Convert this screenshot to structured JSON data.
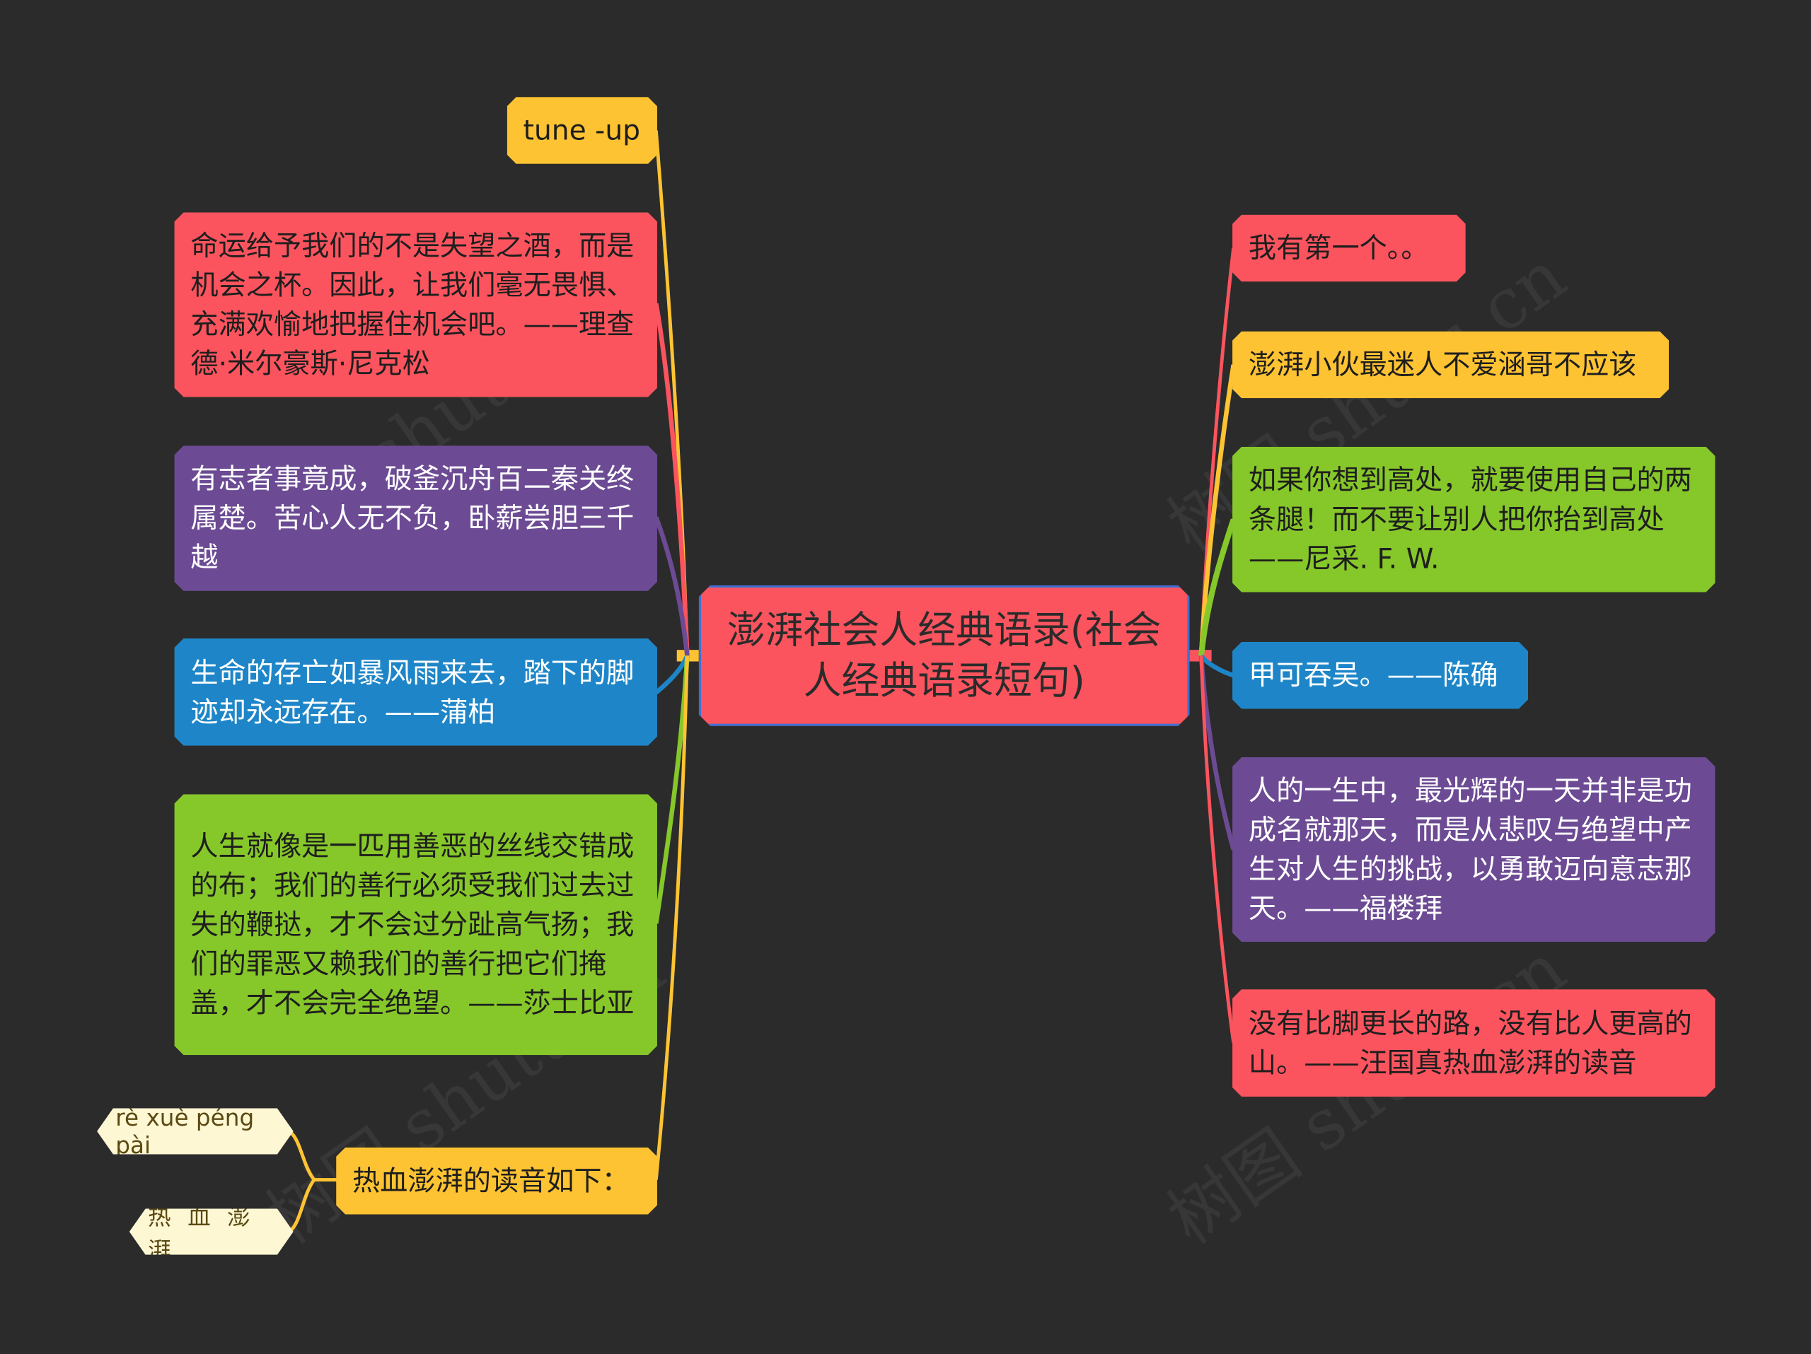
{
  "root": {
    "title": "澎湃社会人经典语录(社会人经典语录短句)"
  },
  "left_nodes": [
    {
      "text": "tune -up",
      "color": "yellow"
    },
    {
      "text": "命运给予我们的不是失望之酒，而是机会之杯。因此，让我们毫无畏惧、充满欢愉地把握住机会吧。——理查德·米尔豪斯·尼克松",
      "color": "red"
    },
    {
      "text": "有志者事竟成，破釜沉舟百二秦关终属楚。苦心人无不负，卧薪尝胆三千越",
      "color": "purple"
    },
    {
      "text": "生命的存亡如暴风雨来去，踏下的脚迹却永远存在。——蒲柏",
      "color": "blue"
    },
    {
      "text": "人生就像是一匹用善恶的丝线交错成的布；我们的善行必须受我们过去过失的鞭挞，才不会过分趾高气扬；我们的罪恶又赖我们的善行把它们掩盖，才不会完全绝望。——莎士比亚",
      "color": "green"
    },
    {
      "text": "热血澎湃的读音如下：",
      "color": "yellow"
    }
  ],
  "sub_leaves": [
    {
      "text": "rè xuè péng pài"
    },
    {
      "text": "热 血 澎 湃"
    }
  ],
  "right_nodes": [
    {
      "text": "我有第一个。。",
      "color": "red"
    },
    {
      "text": "澎湃小伙最迷人不爱涵哥不应该",
      "color": "yellow"
    },
    {
      "text": "如果你想到高处，就要使用自己的两条腿！而不要让别人把你抬到高处——尼采. F. W.",
      "color": "green"
    },
    {
      "text": "甲可吞吴。——陈确",
      "color": "blue"
    },
    {
      "text": "人的一生中，最光辉的一天并非是功成名就那天，而是从悲叹与绝望中产生对人生的挑战，以勇敢迈向意志那天。——福楼拜",
      "color": "purple"
    },
    {
      "text": "没有比脚更长的路，没有比人更高的山。——汪国真热血澎湃的读音",
      "color": "red"
    }
  ],
  "colors": {
    "background": "#2b2b2b",
    "red": "#fb545e",
    "yellow": "#fec332",
    "green": "#86c72a",
    "blue": "#1e86c8",
    "purple": "#6c4b94",
    "leaf": "#fef7d4"
  }
}
